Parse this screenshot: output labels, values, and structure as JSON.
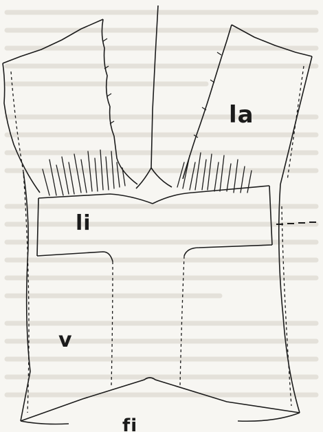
{
  "figure": {
    "labels": {
      "la": "la",
      "li": "li",
      "v": "v",
      "fi": "fi"
    },
    "colors": {
      "paper": "#f7f6f2",
      "ink": "#1b1b1b",
      "background_text": "#cfcac0"
    }
  }
}
